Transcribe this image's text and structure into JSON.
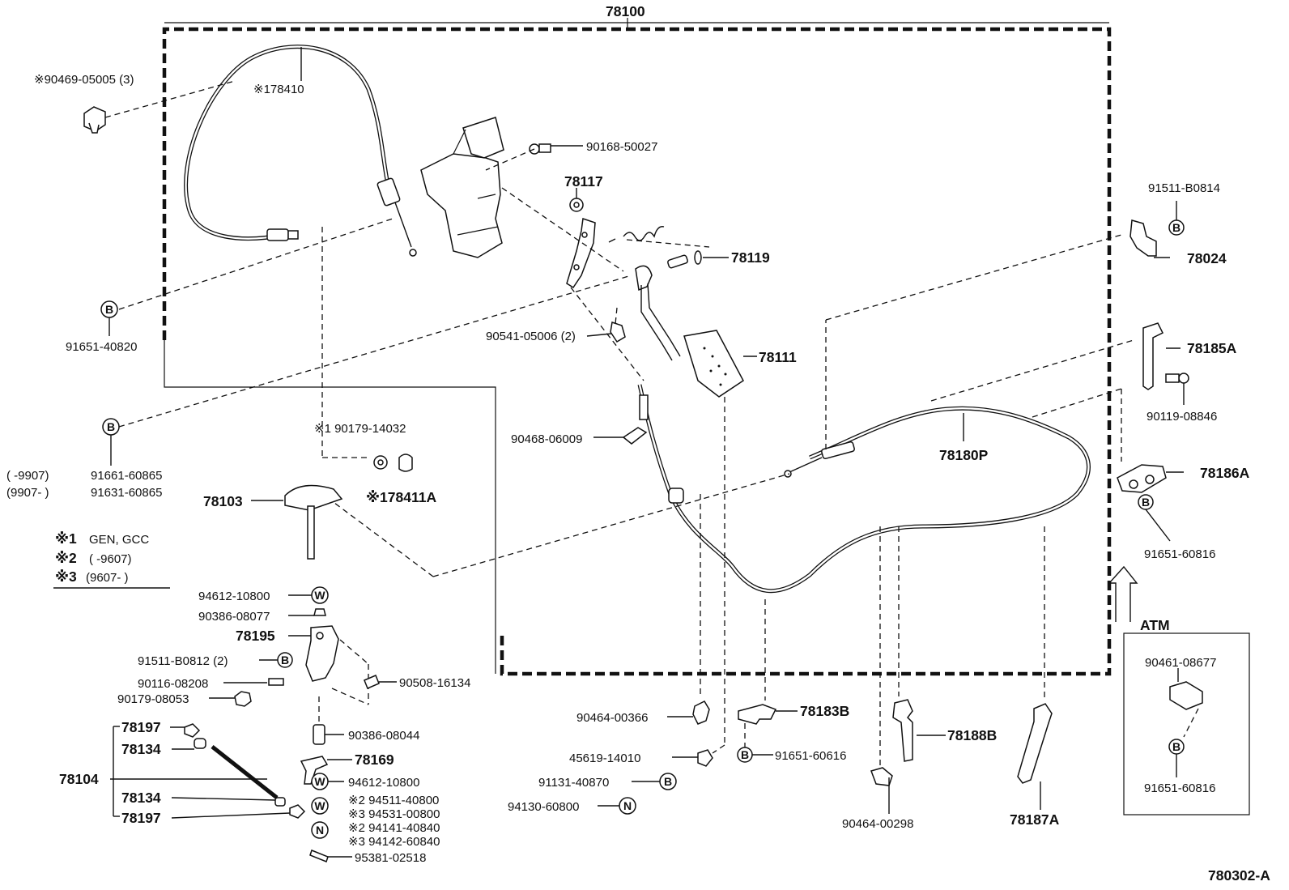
{
  "diagram": {
    "drawing_number": "780302-A",
    "assembly": "78100",
    "footnotes": [
      {
        "mark": "※1",
        "text": "GEN, GCC"
      },
      {
        "mark": "※2",
        "text": "(      -9607)"
      },
      {
        "mark": "※3",
        "text": "(9607-       )"
      }
    ],
    "atm_label": "ATM",
    "labels": {
      "p90469": "※90469-05005 (3)",
      "p178410": "※178410",
      "p90168": "90168-50027",
      "p78117": "78117",
      "p78119": "78119",
      "p91651_40820": "91651-40820",
      "p90541": "90541-05006 (2)",
      "p78111": "78111",
      "p91511_b0814": "91511-B0814",
      "p78024": "78024",
      "p78185a": "78185A",
      "p90119": "90119-08846",
      "p78186a": "78186A",
      "p91651_60816a": "91651-60816",
      "p91651_60816b": "91651-60816",
      "p90461": "90461-08677",
      "p90179_14032": "※1 90179-14032",
      "p178411a": "※178411A",
      "p91661_range": "(    -9907)",
      "p91661": "91661-60865",
      "p91631_range": "(9907-     )",
      "p91631": "91631-60865",
      "p78103": "78103",
      "p90468": "90468-06009",
      "p78180p": "78180P",
      "p94612_a": "94612-10800",
      "p90386_08077": "90386-08077",
      "p78195": "78195",
      "p91511_b0812": "91511-B0812 (2)",
      "p90116": "90116-08208",
      "p90179_08053": "90179-08053",
      "p90508": "90508-16134",
      "p90386_08044": "90386-08044",
      "p78197a": "78197",
      "p78134a": "78134",
      "p78104": "78104",
      "p78134b": "78134",
      "p78197b": "78197",
      "p78169": "78169",
      "p94612_b": "94612-10800",
      "p94511": "※2 94511-40800",
      "p94531": "※3 94531-00800",
      "p94141": "※2 94141-40840",
      "p94142": "※3 94142-60840",
      "p95381": "95381-02518",
      "p90464_00366": "90464-00366",
      "p45619": "45619-14010",
      "p91131": "91131-40870",
      "p94130": "94130-60800",
      "p78183b": "78183B",
      "p91651_60616": "91651-60616",
      "p78188b": "78188B",
      "p90464_00298": "90464-00298",
      "p78187a": "78187A"
    },
    "symbols": {
      "b": "B",
      "w": "W",
      "n": "N"
    }
  }
}
